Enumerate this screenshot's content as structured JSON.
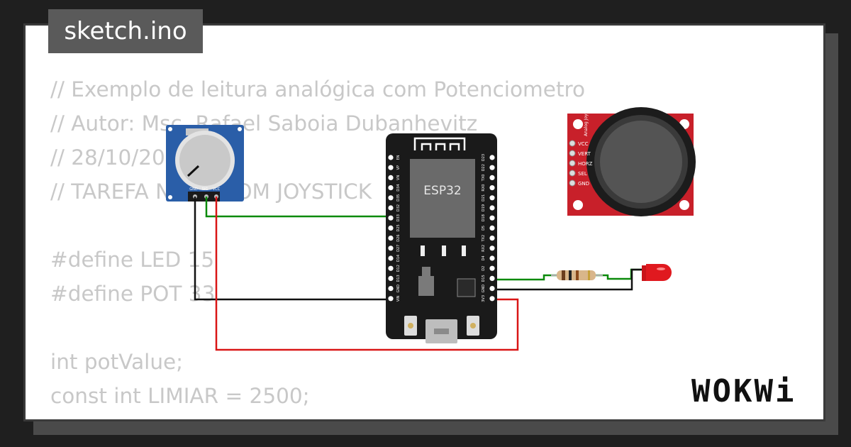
{
  "file_tab": "sketch.ino",
  "code_lines": [
    "// Exemplo de leitura analógica com Potenciometro",
    "// Autor: Msc. Rafael Saboia Dubanhevitz",
    "// 28/10/2025",
    "// TAREFA NOVA COM JOYSTICK",
    "",
    "#define LED 15",
    "#define POT 33",
    "",
    "int potValue;",
    "const int LIMIAR = 2500;"
  ],
  "brand": "WOKWi",
  "components": {
    "esp32": {
      "module_label": "ESP32",
      "left_pins": [
        "EN",
        "VP",
        "VN",
        "D34",
        "D35",
        "D32",
        "D33",
        "D25",
        "D26",
        "D27",
        "D14",
        "D12",
        "D13",
        "GND",
        "VIN"
      ],
      "right_pins": [
        "D23",
        "D22",
        "TX0",
        "RX0",
        "D21",
        "D19",
        "D18",
        "D5",
        "TX2",
        "RX2",
        "D4",
        "D2",
        "D15",
        "GND",
        "3V3"
      ]
    },
    "potentiometer": {
      "pins": [
        "GND",
        "SIG",
        "VCC"
      ]
    },
    "joystick": {
      "title": "Analog Joystick",
      "pins": [
        "VCC",
        "VERT",
        "HORZ",
        "SEL",
        "GND"
      ]
    }
  },
  "colors": {
    "wire_green": "#0a8a0a",
    "wire_black": "#111111",
    "wire_red": "#d91616",
    "pot_blue": "#2a5ea8",
    "joystick_red": "#c8202a",
    "led_red": "#e0191f",
    "board_black": "#1a1a1a"
  }
}
